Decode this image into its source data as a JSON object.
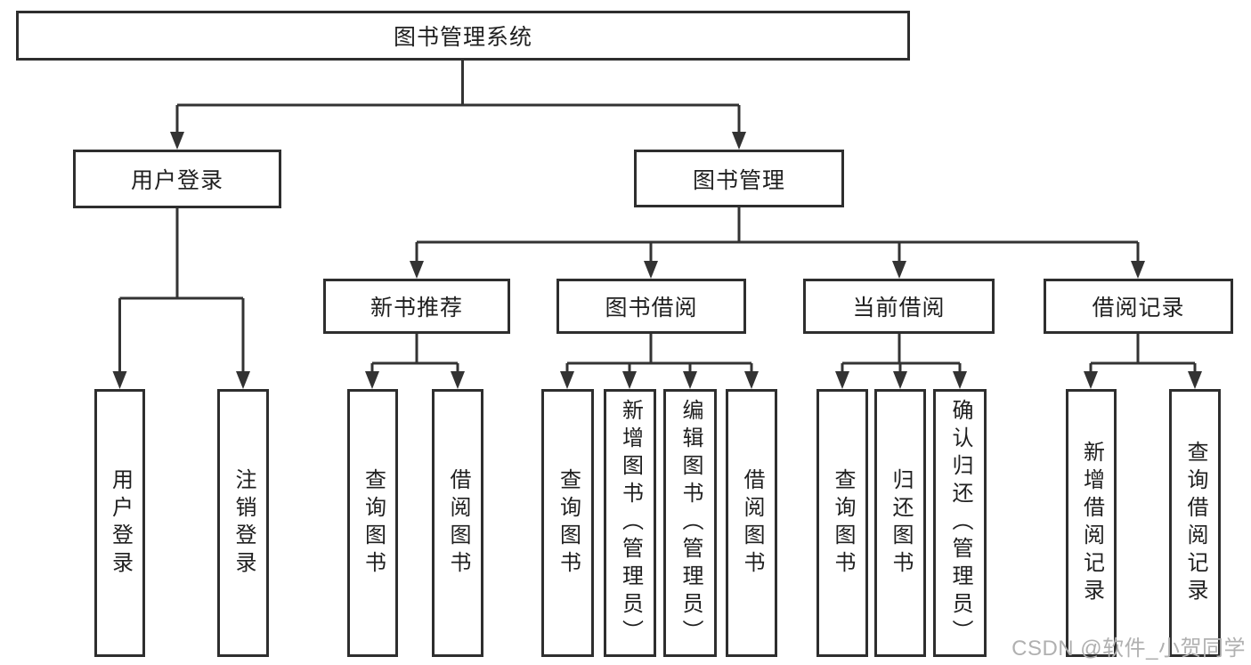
{
  "colors": {
    "line": "#333333",
    "box_border": "#2e2e2e",
    "text": "#1f1f1f",
    "watermark": "#b0b0b0",
    "background": "#ffffff"
  },
  "watermark": {
    "text": "CSDN @软件_小贺同学"
  },
  "tree": {
    "root": {
      "label": "图书管理系统",
      "children": [
        {
          "label": "用户登录",
          "children": [
            {
              "label": "用户登录"
            },
            {
              "label": "注销登录"
            }
          ]
        },
        {
          "label": "图书管理",
          "children": [
            {
              "label": "新书推荐",
              "children": [
                {
                  "label": "查询图书"
                },
                {
                  "label": "借阅图书"
                }
              ]
            },
            {
              "label": "图书借阅",
              "children": [
                {
                  "label": "查询图书"
                },
                {
                  "label": "新增图书（管理员）"
                },
                {
                  "label": "编辑图书（管理员）"
                },
                {
                  "label": "借阅图书"
                }
              ]
            },
            {
              "label": "当前借阅",
              "children": [
                {
                  "label": "查询图书"
                },
                {
                  "label": "归还图书"
                },
                {
                  "label": "确认归还（管理员）"
                }
              ]
            },
            {
              "label": "借阅记录",
              "children": [
                {
                  "label": "新增借阅记录"
                },
                {
                  "label": "查询借阅记录"
                }
              ]
            }
          ]
        }
      ]
    }
  }
}
